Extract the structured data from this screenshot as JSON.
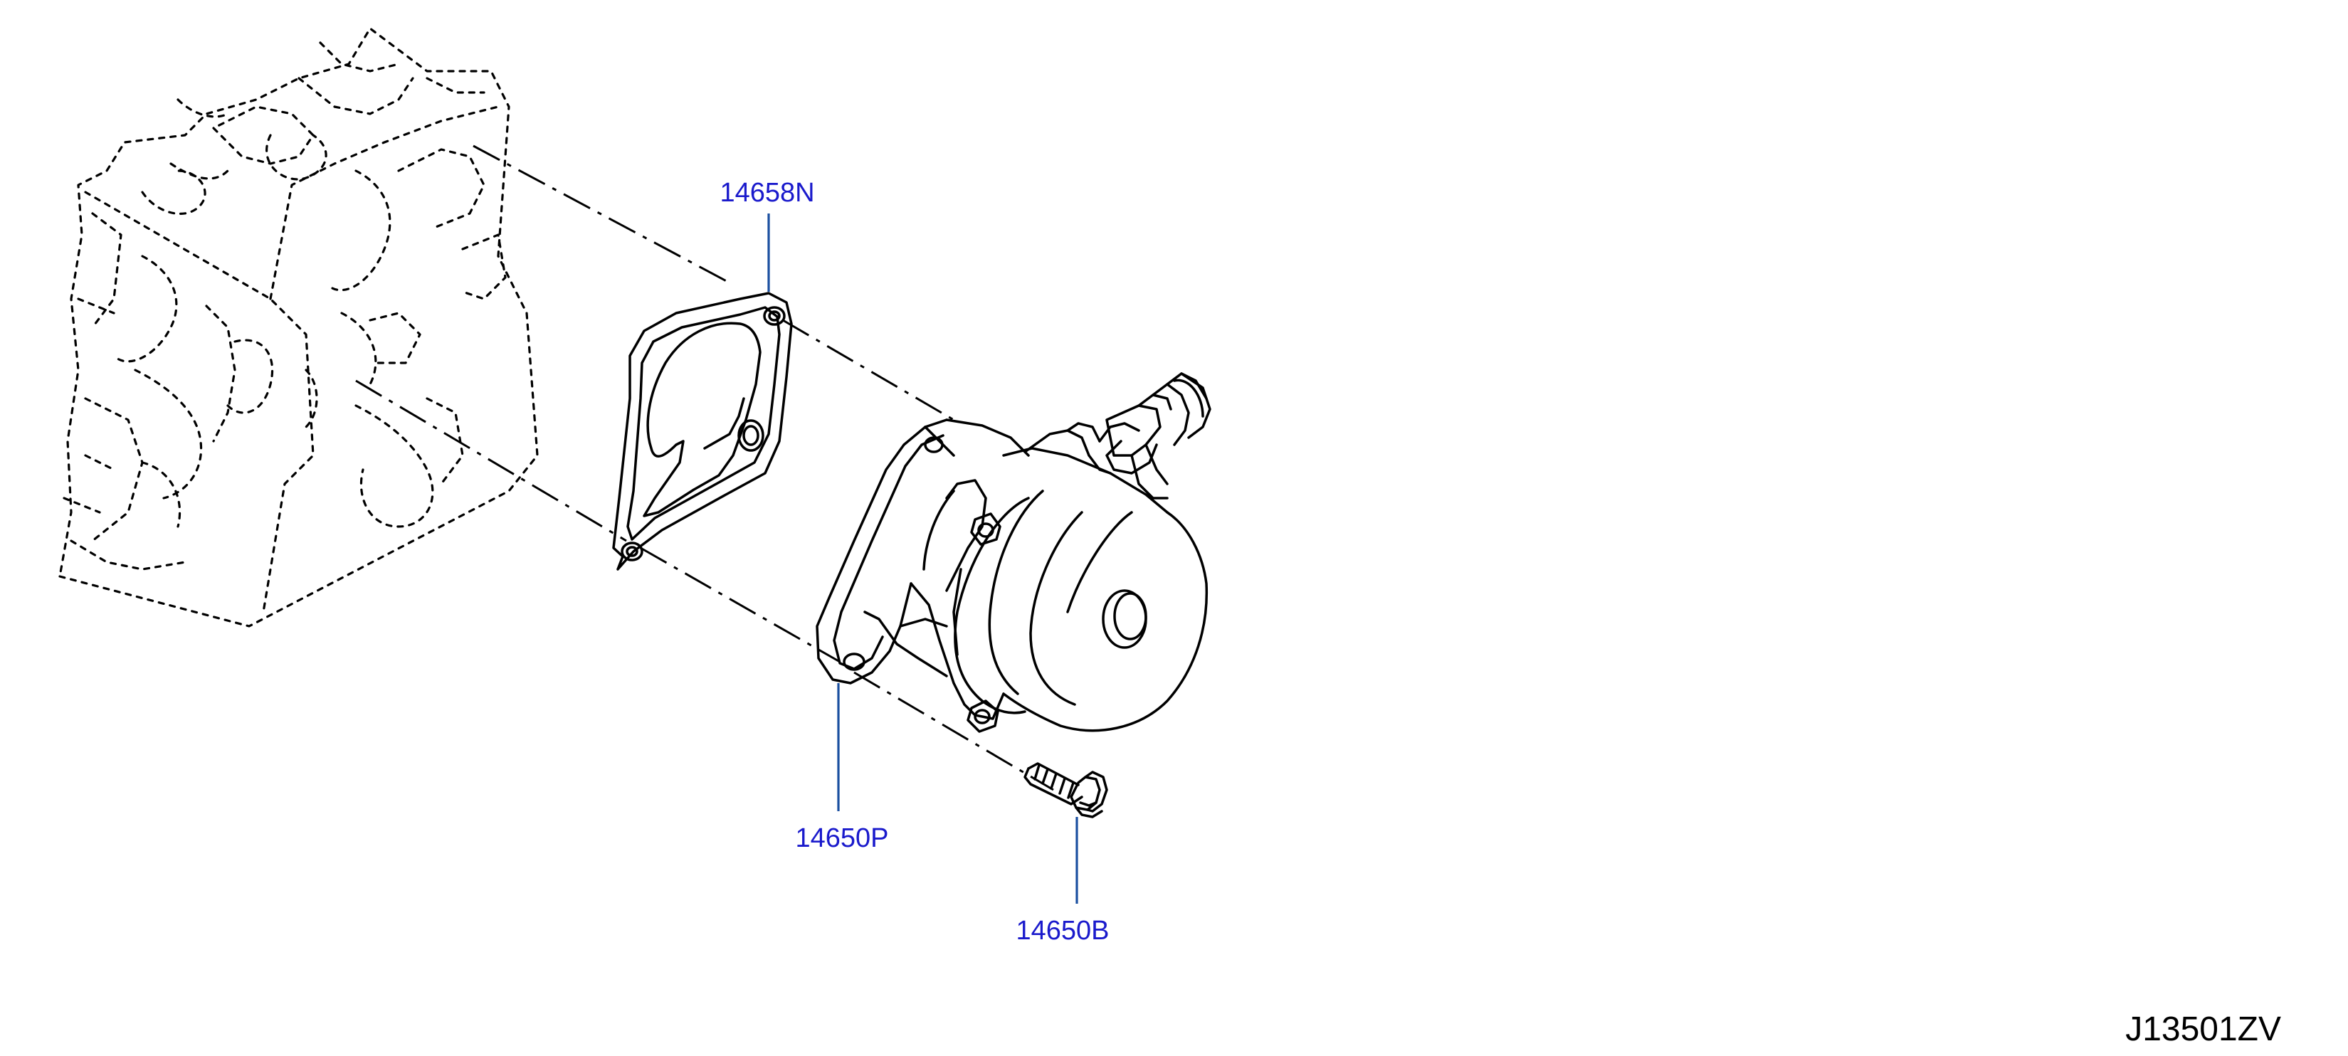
{
  "colors": {
    "line": "#000000",
    "callout": "#1a1acc",
    "background": "#ffffff"
  },
  "callouts": [
    {
      "part_number": "14658N"
    },
    {
      "part_number": "14650P"
    },
    {
      "part_number": "14650B"
    }
  ],
  "diagram_code": "J13501ZV"
}
